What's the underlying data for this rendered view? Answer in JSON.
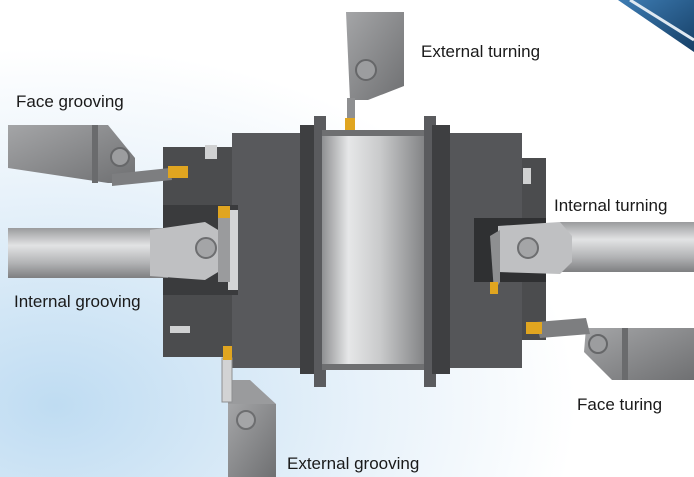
{
  "labels": {
    "external_turning": "External turning",
    "face_grooving": "Face grooving",
    "internal_turning": "Internal turning",
    "internal_grooving": "Internal grooving",
    "face_turing": "Face turing",
    "external_grooving": "External grooving"
  },
  "colors": {
    "workpiece_dark": "#4a4b4d",
    "workpiece_mid": "#5c5d60",
    "drum_light": "#d9dadb",
    "tool_holder": "#8e8f91",
    "bar_light": "#c8c9ca",
    "insert_gold": "#e0a520",
    "corner_blue": "#1f5a8a",
    "background_blue": "#dcebf7"
  }
}
